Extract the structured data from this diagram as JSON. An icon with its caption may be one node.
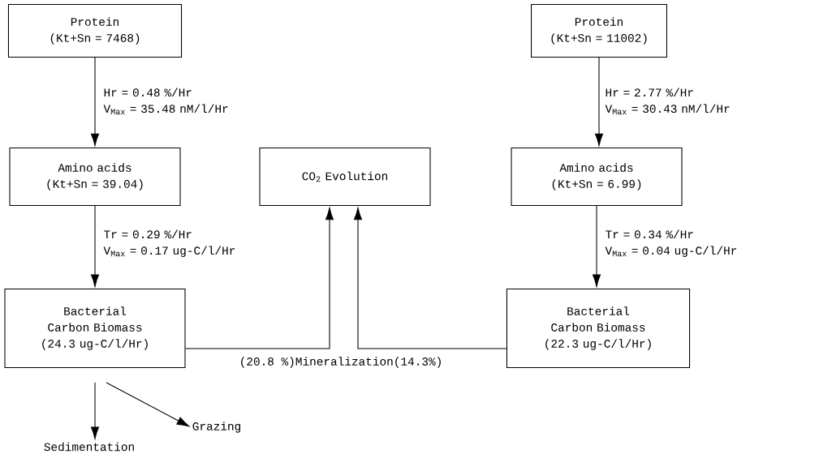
{
  "diagram": {
    "nodes": [
      {
        "text": [
          "Protein",
          "(Kt+Sn = 7468)"
        ]
      },
      {
        "text": [
          "Amino acids",
          "(Kt+Sn = 39.04)"
        ]
      },
      {
        "text": [
          "Bacterial Carbon Biomass",
          "(24.3 ug-C/l/Hr)"
        ]
      },
      {
        "text": [
          "CO$_{2}$ Evolution"
        ]
      },
      {
        "text": [
          "Protein",
          "(Kt+Sn = 11002)"
        ]
      },
      {
        "text": [
          "Amino acids",
          "(Kt+Sn = 6.99)"
        ]
      },
      {
        "text": [
          "Bacterial Carbon Biomass",
          "(22.3 ug-C/l/Hr)"
        ]
      },
      {
        "text": [
          "Sedimentation"
        ]
      },
      {
        "text": [
          "Grazing"
        ]
      }
    ],
    "edges": [
      {
        "from": 0,
        "to": 1,
        "arrow": "to",
        "label": "Hr = 0.48 %/Hr V$_{Max}$ = 35.48 nM/l/Hr"
      },
      {
        "from": 1,
        "to": 2,
        "arrow": "to",
        "label": "Tr = 0.29 %/Hr V$_{Max}$ = 0.17 ug-C/l/Hr"
      },
      {
        "from": 4,
        "to": 5,
        "arrow": "to",
        "label": "Hr = 2.77 %/Hr V$_{Max}$ = 30.43 nM/l/Hr"
      },
      {
        "from": 5,
        "to": 6,
        "arrow": "to",
        "label": "Tr = 0.34 %/Hr V$_{Max}$ = 0.04 ug-C/l/Hr"
      },
      {
        "from": 2,
        "to": 3,
        "arrow": "to"
      },
      {
        "from": 6,
        "to": 3,
        "arrow": "to"
      },
      {
        "from": 2,
        "to": 7,
        "arrow": "to"
      },
      {
        "from": 2,
        "to": 8,
        "arrow": "to"
      }
    ],
    "labels": [
      "(20.8 %)Mineralization(14.3%)"
    ]
  }
}
